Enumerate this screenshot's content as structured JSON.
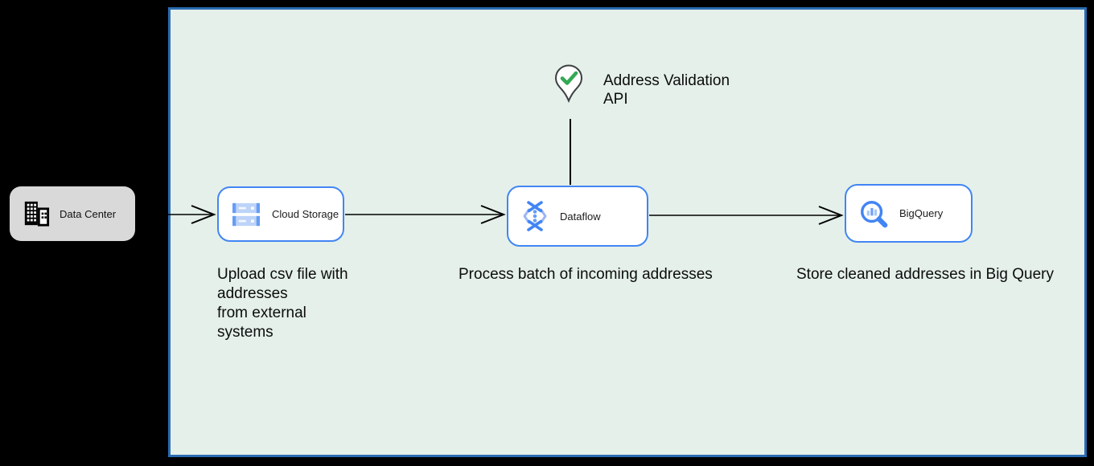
{
  "nodes": {
    "data_center": {
      "label": "Data Center",
      "icon": "building-icon",
      "fill": "#d9d9d9"
    },
    "cloud_storage": {
      "label": "Cloud Storage",
      "icon": "cloud-storage-icon",
      "border": "#4285f4"
    },
    "dataflow": {
      "label": "Dataflow",
      "icon": "dataflow-icon",
      "border": "#4285f4"
    },
    "bigquery": {
      "label": "BigQuery",
      "icon": "bigquery-icon",
      "border": "#4285f4"
    }
  },
  "api_callout": {
    "icon": "map-pin-check-icon",
    "lines": [
      "Address Validation",
      "API"
    ]
  },
  "captions": {
    "upload": {
      "lines": [
        "Upload csv file with",
        "addresses",
        "from external",
        "systems"
      ]
    },
    "process": {
      "text": "Process batch of incoming addresses"
    },
    "store": {
      "text": "Store cleaned addresses in Big Query"
    }
  },
  "connectors": [
    {
      "from": "data_center",
      "to": "cloud_storage",
      "style": "open-arrow"
    },
    {
      "from": "cloud_storage",
      "to": "dataflow",
      "style": "open-arrow"
    },
    {
      "from": "dataflow",
      "to": "bigquery",
      "style": "open-arrow"
    },
    {
      "from": "address_validation_api",
      "to": "dataflow",
      "style": "plain-line"
    }
  ],
  "colors": {
    "outer_background": "#000000",
    "canvas_fill": "#e4f0e9",
    "canvas_border": "#2a6db2",
    "node_border_blue": "#4285f4",
    "data_center_fill": "#d9d9d9",
    "check_green": "#34a853",
    "pin_outline": "#3c4043",
    "connector": "#000000"
  }
}
